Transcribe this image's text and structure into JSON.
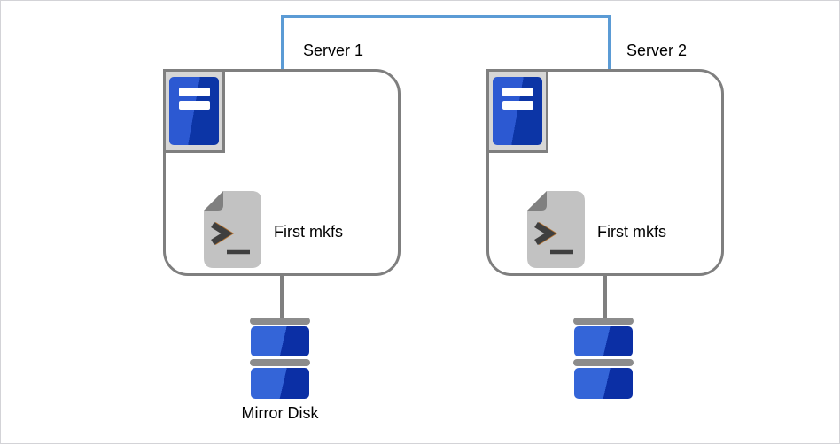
{
  "diagram": {
    "title_hint": "two servers with mirrored disks",
    "servers": [
      {
        "label": "Server 1",
        "script_label": "First mkfs",
        "disk_label": "Mirror Disk"
      },
      {
        "label": "Server 2",
        "script_label": "First mkfs",
        "disk_label": ""
      }
    ],
    "colors": {
      "interconnect_blue": "#5b9bd5",
      "box_border_gray": "#7f7f7f",
      "server_icon_blue_light": "#2c59d2",
      "server_icon_blue_dark": "#0c35a6",
      "disk_blue_light": "#3465d8",
      "disk_blue_dark": "#0b2fa5",
      "disk_cap_gray": "#8c8c8c",
      "script_body_gray": "#c2c2c2",
      "script_fold_gray": "#808080"
    }
  }
}
